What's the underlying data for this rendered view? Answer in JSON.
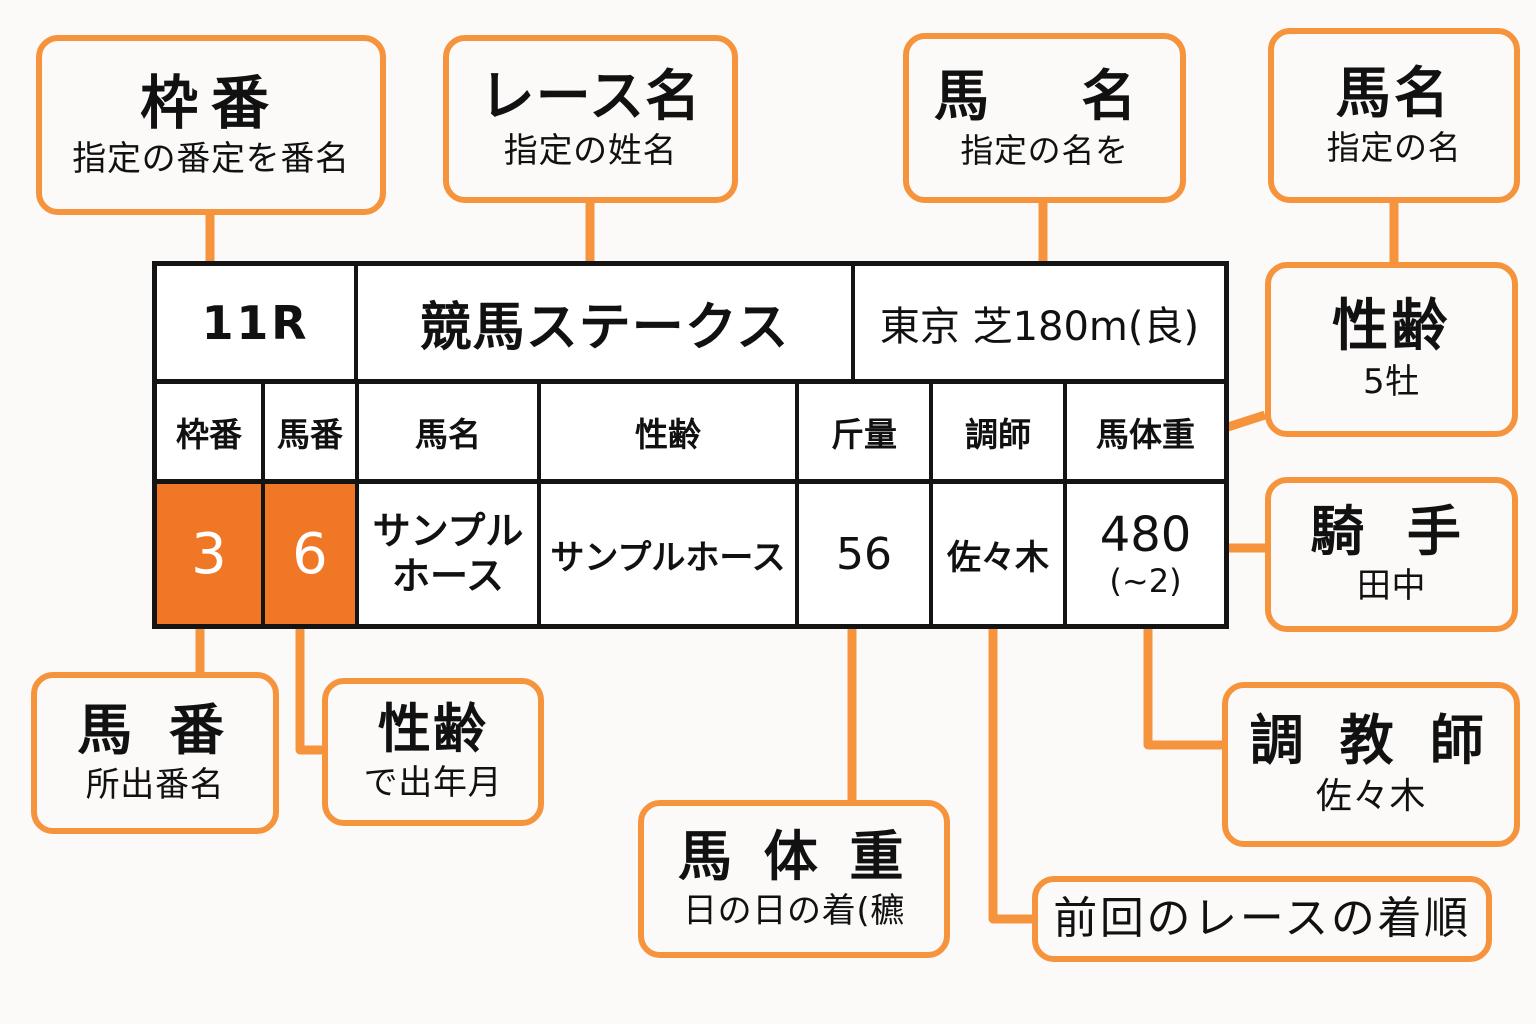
{
  "theme": {
    "accent_orange": "#f07725",
    "callout_border": "#f5943c",
    "table_border": "#141414",
    "background": "#fbfaf9"
  },
  "table": {
    "title_row": {
      "round": "11R",
      "race_name": "競馬ステークス",
      "conditions": "東京 芝180m(良)"
    },
    "headers": [
      "枠番",
      "馬番",
      "馬名",
      "性齢",
      "斤量",
      "調師",
      "馬体重"
    ],
    "row": {
      "frame_number": "3",
      "horse_number": "6",
      "horse_name_line1": "サンプル",
      "horse_name_line2": "ホース",
      "sex_age": "サンプルホース",
      "weight": "56",
      "trainer": "佐々木",
      "body_weight": "480",
      "body_weight_delta": "(~2)"
    }
  },
  "callouts": {
    "frame_number": {
      "title": "枠番",
      "subtitle": "指定の番定を番名"
    },
    "race_name": {
      "title": "レース名",
      "subtitle": "指定の姓名"
    },
    "horse_name_top": {
      "title": "馬　名",
      "subtitle": "指定の名を"
    },
    "horse_name_right": {
      "title": "馬名",
      "subtitle": "指定の名"
    },
    "sex_age_right": {
      "title": "性齢",
      "subtitle": "5牡"
    },
    "jockey": {
      "title": "騎 手",
      "subtitle": "田中"
    },
    "trainer": {
      "title": "調 教 師",
      "subtitle": "佐々木"
    },
    "horse_number": {
      "title": "馬 番",
      "subtitle": "所出番名"
    },
    "sex_age_left": {
      "title": "性齢",
      "subtitle": "で出年月"
    },
    "body_weight": {
      "title": "馬 体 重",
      "subtitle": "日の日の着(穮"
    },
    "last_finish": {
      "title": "前回のレースの着順"
    }
  }
}
